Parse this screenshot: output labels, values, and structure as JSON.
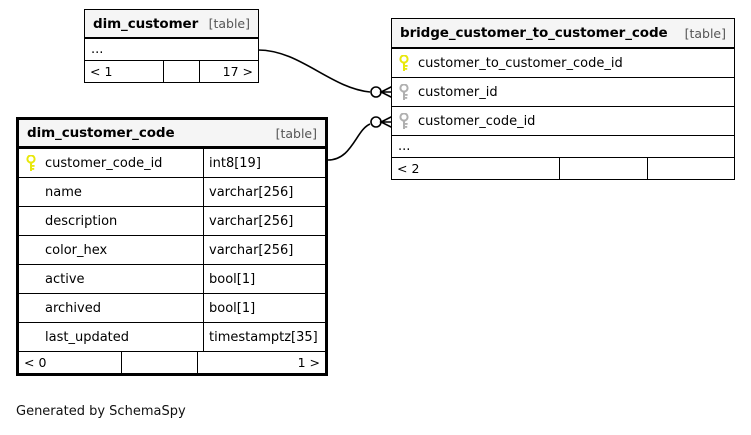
{
  "diagram": {
    "caption": "Generated by SchemaSpy",
    "table_kind_label": "[table]",
    "ellipsis": "...",
    "colors": {
      "primary_key_icon": "#e8e80b",
      "foreign_key_icon": "#b0b0b0",
      "table_border": "#000000",
      "header_background": "#f5f5f5",
      "background": "#ffffff"
    }
  },
  "tables": {
    "dim_customer": {
      "name": "dim_customer",
      "kind": "[table]",
      "ellipsis": "...",
      "footer": {
        "left": "< 1",
        "middle": "",
        "right": "17 >"
      }
    },
    "bridge_customer_to_customer_code": {
      "name": "bridge_customer_to_customer_code",
      "kind": "[table]",
      "ellipsis": "...",
      "columns": [
        {
          "name": "customer_to_customer_code_id",
          "type": "",
          "key": "primary",
          "key_icon": "key-icon"
        },
        {
          "name": "customer_id",
          "type": "",
          "key": "foreign",
          "key_icon": "key-icon"
        },
        {
          "name": "customer_code_id",
          "type": "",
          "key": "foreign",
          "key_icon": "key-icon"
        }
      ],
      "footer": {
        "left": "< 2",
        "middle": "",
        "right": ""
      }
    },
    "dim_customer_code": {
      "name": "dim_customer_code",
      "kind": "[table]",
      "focal": true,
      "columns": [
        {
          "name": "customer_code_id",
          "type": "int8[19]",
          "key": "primary",
          "key_icon": "key-icon"
        },
        {
          "name": "name",
          "type": "varchar[256]",
          "key": "none",
          "key_icon": ""
        },
        {
          "name": "description",
          "type": "varchar[256]",
          "key": "none",
          "key_icon": ""
        },
        {
          "name": "color_hex",
          "type": "varchar[256]",
          "key": "none",
          "key_icon": ""
        },
        {
          "name": "active",
          "type": "bool[1]",
          "key": "none",
          "key_icon": ""
        },
        {
          "name": "archived",
          "type": "bool[1]",
          "key": "none",
          "key_icon": ""
        },
        {
          "name": "last_updated",
          "type": "timestamptz[35]",
          "key": "none",
          "key_icon": ""
        }
      ],
      "footer": {
        "left": "< 0",
        "middle": "",
        "right": "1 >"
      }
    }
  },
  "relationships": [
    {
      "from_table": "dim_customer",
      "to_table": "bridge_customer_to_customer_code",
      "to_column": "customer_id",
      "from_cardinality": "one",
      "to_cardinality": "zero-or-many"
    },
    {
      "from_table": "dim_customer_code",
      "from_column": "customer_code_id",
      "to_table": "bridge_customer_to_customer_code",
      "to_column": "customer_code_id",
      "from_cardinality": "one",
      "to_cardinality": "zero-or-many"
    }
  ]
}
